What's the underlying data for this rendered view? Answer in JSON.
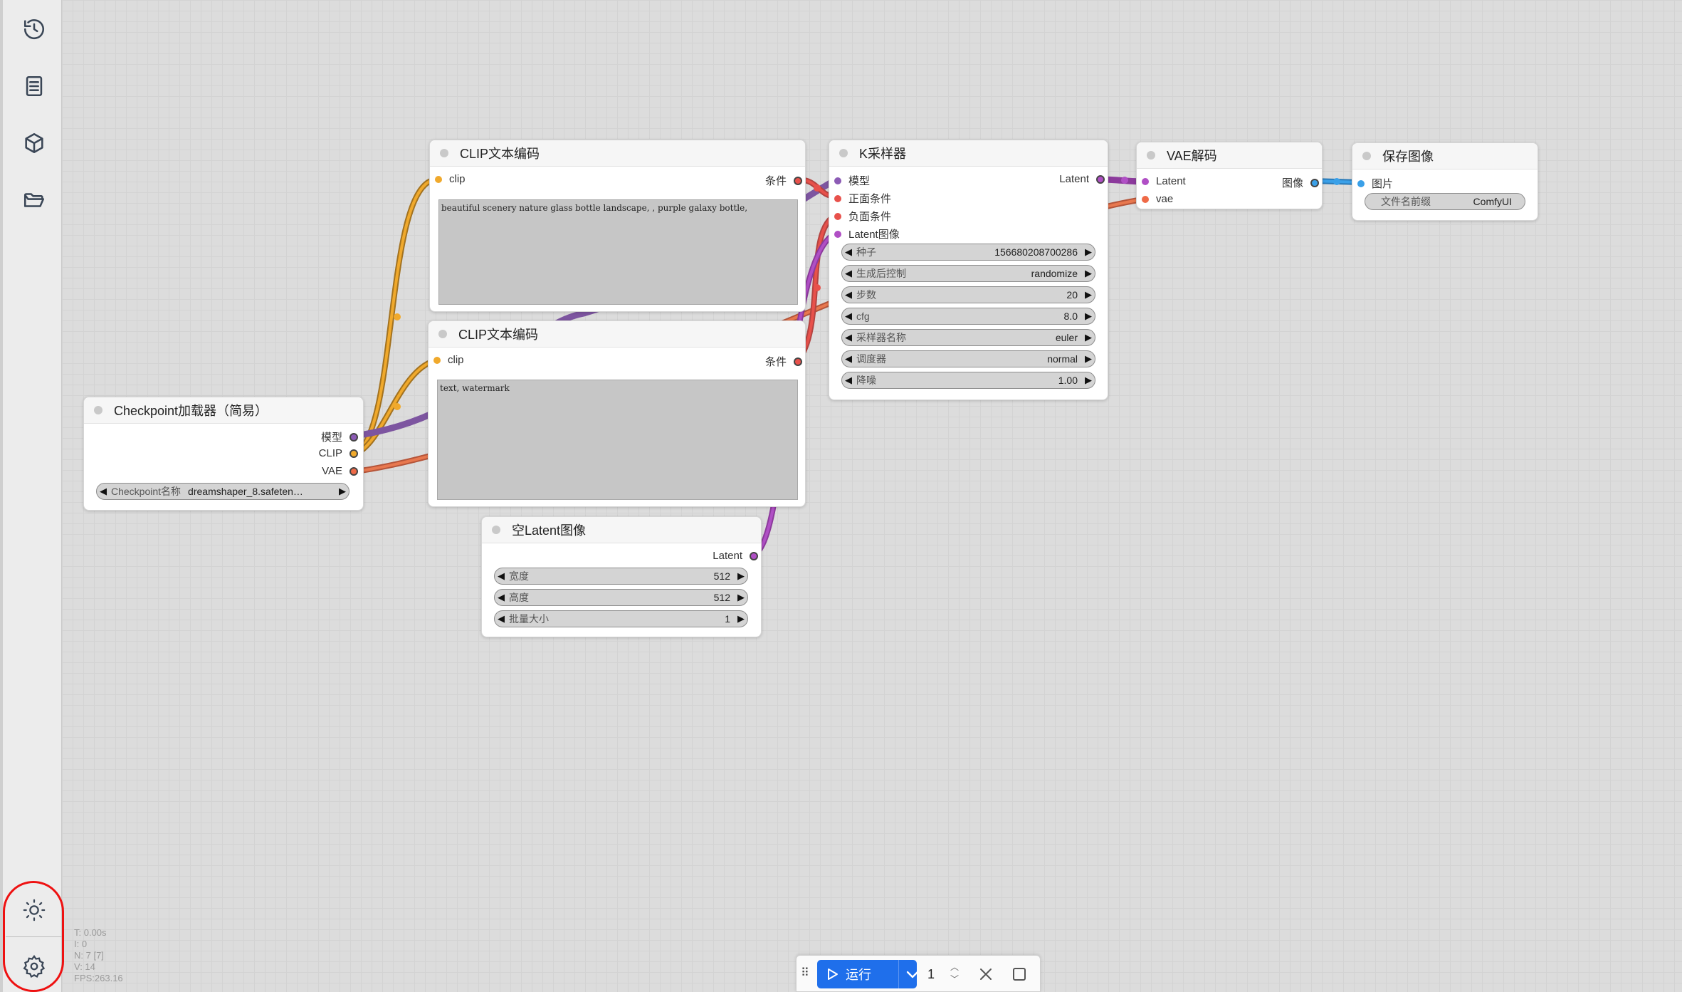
{
  "sidebar": {
    "items": [
      {
        "icon": "history-icon"
      },
      {
        "icon": "document-list-icon"
      },
      {
        "icon": "cube-icon"
      },
      {
        "icon": "folder-open-icon"
      }
    ],
    "bottom": [
      {
        "icon": "sun-icon"
      },
      {
        "icon": "gear-icon"
      }
    ]
  },
  "stats": {
    "t": "T: 0.00s",
    "i": "I: 0",
    "n": "N: 7 [7]",
    "v": "V: 14",
    "fps": "FPS:263.16"
  },
  "nodes": {
    "checkpoint": {
      "title": "Checkpoint加载器（简易）",
      "outputs": [
        "模型",
        "CLIP",
        "VAE"
      ],
      "widget_label": "Checkpoint名称",
      "widget_value": "dreamshaper_8.safeten…"
    },
    "clip_pos": {
      "title": "CLIP文本编码",
      "input": "clip",
      "output": "条件",
      "text": "beautiful scenery nature glass bottle landscape, , purple galaxy bottle,"
    },
    "clip_neg": {
      "title": "CLIP文本编码",
      "input": "clip",
      "output": "条件",
      "text": "text, watermark"
    },
    "empty_latent": {
      "title": "空Latent图像",
      "output": "Latent",
      "widgets": [
        {
          "label": "宽度",
          "value": "512"
        },
        {
          "label": "高度",
          "value": "512"
        },
        {
          "label": "批量大小",
          "value": "1"
        }
      ]
    },
    "ksampler": {
      "title": "K采样器",
      "inputs": [
        "模型",
        "正面条件",
        "负面条件",
        "Latent图像"
      ],
      "output": "Latent",
      "widgets": [
        {
          "label": "种子",
          "value": "156680208700286"
        },
        {
          "label": "生成后控制",
          "value": "randomize"
        },
        {
          "label": "步数",
          "value": "20"
        },
        {
          "label": "cfg",
          "value": "8.0"
        },
        {
          "label": "采样器名称",
          "value": "euler"
        },
        {
          "label": "调度器",
          "value": "normal"
        },
        {
          "label": "降噪",
          "value": "1.00"
        }
      ]
    },
    "vae_decode": {
      "title": "VAE解码",
      "inputs": [
        "Latent",
        "vae"
      ],
      "output": "图像"
    },
    "save_image": {
      "title": "保存图像",
      "input": "图片",
      "widget_label": "文件名前缀",
      "widget_value": "ComfyUI"
    }
  },
  "toolbar": {
    "run_label": "运行",
    "batch_count": "1"
  },
  "colors": {
    "model": "#8c5bb5",
    "clip": "#f0a92c",
    "vae": "#ef6a47",
    "conditioning": "#e8514b",
    "latent": "#b04fc5",
    "image": "#3aa0e8",
    "accent": "#1f6feb"
  }
}
